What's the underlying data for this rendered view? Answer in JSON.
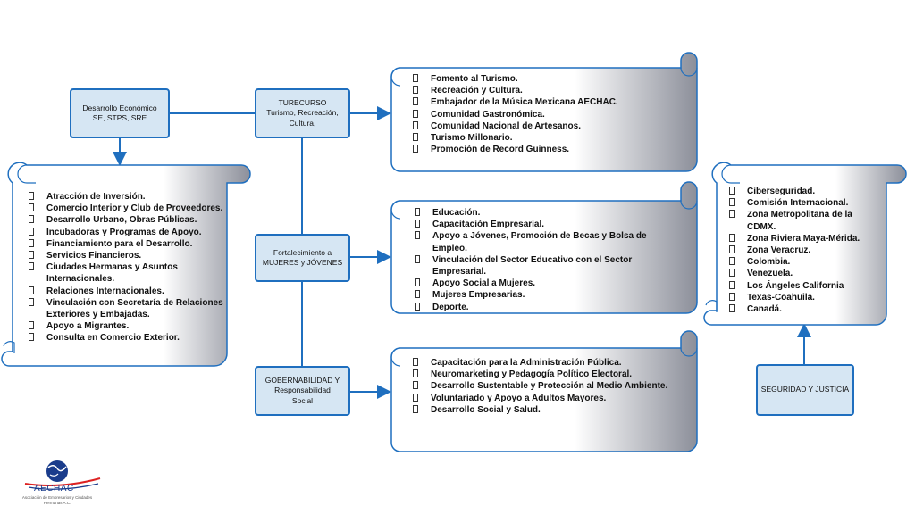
{
  "boxes": {
    "econ": [
      "Desarrollo Económico",
      "SE, STPS, SRE"
    ],
    "turecurso": [
      "TURECURSO",
      "Turismo, Recreación,",
      "Cultura,"
    ],
    "mujeres": [
      "Fortalecimiento a",
      "MUJERES y JÓVENES"
    ],
    "gobern": [
      "GOBERNABILIDAD Y",
      "Responsabilidad",
      "Social"
    ],
    "seguridad": [
      "SEGURIDAD Y JUSTICIA"
    ]
  },
  "lists": {
    "econ": [
      "Atracción de Inversión.",
      "Comercio Interior y Club de Proveedores.",
      "Desarrollo Urbano, Obras Públicas.",
      "Incubadoras y Programas de Apoyo.",
      "Financiamiento para el Desarrollo.",
      "Servicios Financieros.",
      "Ciudades Hermanas y Asuntos Internacionales.",
      "Relaciones Internacionales.",
      "Vinculación con Secretaría de Relaciones Exteriores y Embajadas.",
      "Apoyo a Migrantes.",
      "Consulta en Comercio Exterior."
    ],
    "turismo": [
      "Fomento al Turismo.",
      "Recreación y Cultura.",
      "Embajador de la Música Mexicana AECHAC.",
      "Comunidad Gastronómica.",
      "Comunidad Nacional de Artesanos.",
      "Turismo Millonario.",
      "Promoción de Record Guinness."
    ],
    "mujeres": [
      "Educación.",
      "Capacitación Empresarial.",
      "Apoyo a Jóvenes, Promoción de Becas y Bolsa de Empleo.",
      "Vinculación del Sector Educativo con el Sector Empresarial.",
      "Apoyo Social a Mujeres.",
      "Mujeres Empresarias.",
      "Deporte."
    ],
    "gobern": [
      "Capacitación para la Administración Pública.",
      "Neuromarketing y Pedagogía Político Electoral.",
      "Desarrollo Sustentable y Protección al Medio Ambiente.",
      "Voluntariado y Apoyo a Adultos Mayores.",
      "Desarrollo Social y Salud."
    ],
    "seguridad": [
      "Ciberseguridad.",
      "Comisión Internacional.",
      "Zona Metropolitana de la CDMX.",
      "Zona Riviera Maya-Mérida.",
      "Zona Veracruz.",
      "Colombia.",
      "Venezuela.",
      "Los Ángeles California",
      "Texas-Coahuila.",
      "Canadá."
    ]
  },
  "logo": {
    "name": "AECHAC",
    "subtitle": "Asociación de Empresarios y Ciudades Hermanas A.C."
  },
  "colors": {
    "box_fill": "#d6e6f3",
    "box_border": "#1f6fbf",
    "connector": "#1f6fbf",
    "scroll_light": "#ffffff",
    "scroll_dark": "#8c8f9a"
  }
}
